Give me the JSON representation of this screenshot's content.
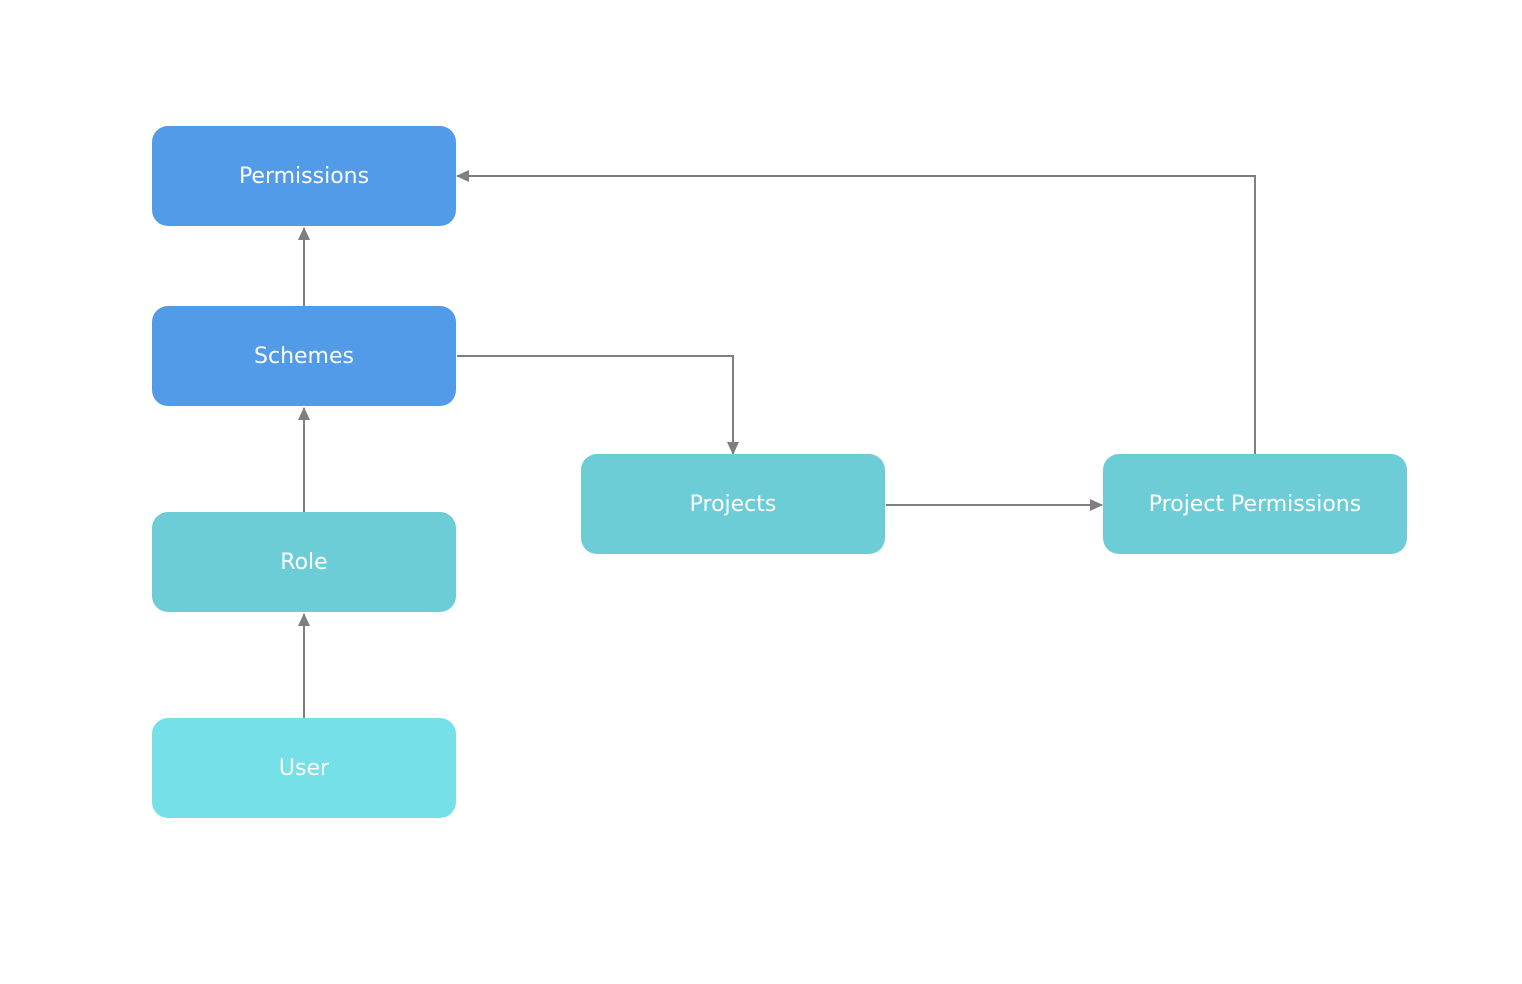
{
  "nodes": {
    "permissions": {
      "label": "Permissions",
      "color": "#519BE8"
    },
    "schemes": {
      "label": "Schemes",
      "color": "#519BE8"
    },
    "role": {
      "label": "Role",
      "color": "#6DCDD7"
    },
    "user": {
      "label": "User",
      "color": "#75E0E8"
    },
    "projects": {
      "label": "Projects",
      "color": "#6DCDD7"
    },
    "project_permissions": {
      "label": "Project Permissions",
      "color": "#6DCDD7"
    }
  },
  "edges": [
    {
      "from": "User",
      "to": "Role"
    },
    {
      "from": "Role",
      "to": "Schemes"
    },
    {
      "from": "Schemes",
      "to": "Permissions"
    },
    {
      "from": "Schemes",
      "to": "Projects"
    },
    {
      "from": "Projects",
      "to": "Project Permissions"
    },
    {
      "from": "Project Permissions",
      "to": "Permissions"
    }
  ],
  "connector_color": "#7F7F7F"
}
